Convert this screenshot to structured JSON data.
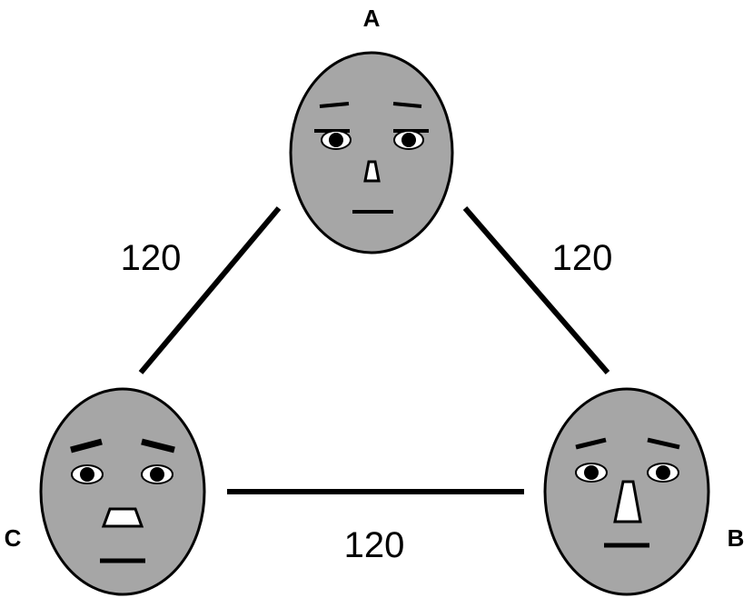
{
  "diagram": {
    "faces": [
      {
        "id": "A",
        "label": "A",
        "fill": "#a6a6a6"
      },
      {
        "id": "B",
        "label": "B",
        "fill": "#a6a6a6"
      },
      {
        "id": "C",
        "label": "C",
        "fill": "#a6a6a6"
      }
    ],
    "edges": [
      {
        "from": "A",
        "to": "C",
        "label": "120"
      },
      {
        "from": "A",
        "to": "B",
        "label": "120"
      },
      {
        "from": "C",
        "to": "B",
        "label": "120"
      }
    ]
  }
}
